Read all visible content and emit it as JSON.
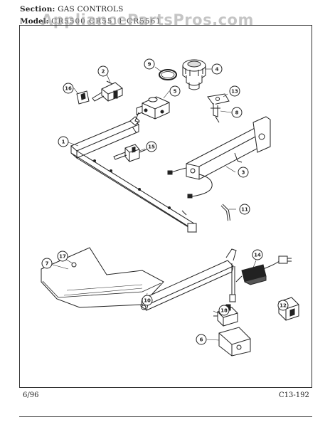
{
  "header": {
    "section_label": "Section:",
    "section_value": "GAS CONTROLS",
    "model_label": "Model:",
    "model_value": "CR5500 CR5511 CR5561"
  },
  "watermark": "AppliancePartsPros.com",
  "footer": {
    "date": "6/96",
    "page_code": "C13-192"
  },
  "callouts": [
    "1",
    "2",
    "3",
    "4",
    "5",
    "6",
    "7",
    "8",
    "9",
    "10",
    "11",
    "12",
    "13",
    "14",
    "15",
    "16",
    "17",
    "18"
  ]
}
